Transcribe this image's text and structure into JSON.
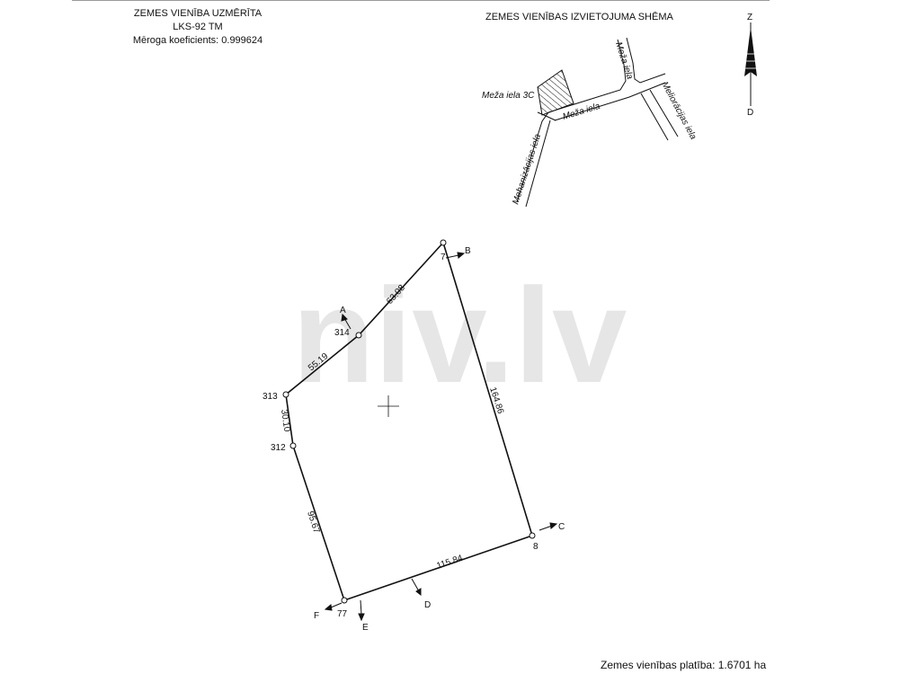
{
  "header": {
    "left_line1": "ZEMES VIENĪBA UZMĒRĪTA",
    "left_line2": "LKS-92 TM",
    "left_line3": "Mēroga koeficients: 0.999624",
    "right_title": "ZEMES VIENĪBAS IZVIETOJUMA SHĒMA"
  },
  "watermark": "niv.lv",
  "compass": {
    "north": "Z",
    "south": "D"
  },
  "location_scheme": {
    "parcel_label": "Meža iela 3C",
    "streets": [
      "Meža iela",
      "Meža iela",
      "Meliorācijas iela",
      "Mehanizācijas iela"
    ]
  },
  "boundary": {
    "points": [
      "7",
      "314",
      "313",
      "312",
      "77",
      "8"
    ],
    "lengths": [
      "63.08",
      "55.19",
      "30.10",
      "95.67",
      "115.84",
      "164.86"
    ],
    "neighbors": [
      "A",
      "B",
      "C",
      "D",
      "E",
      "F"
    ]
  },
  "footer": {
    "area": "Zemes vienības platība: 1.6701 ha"
  }
}
